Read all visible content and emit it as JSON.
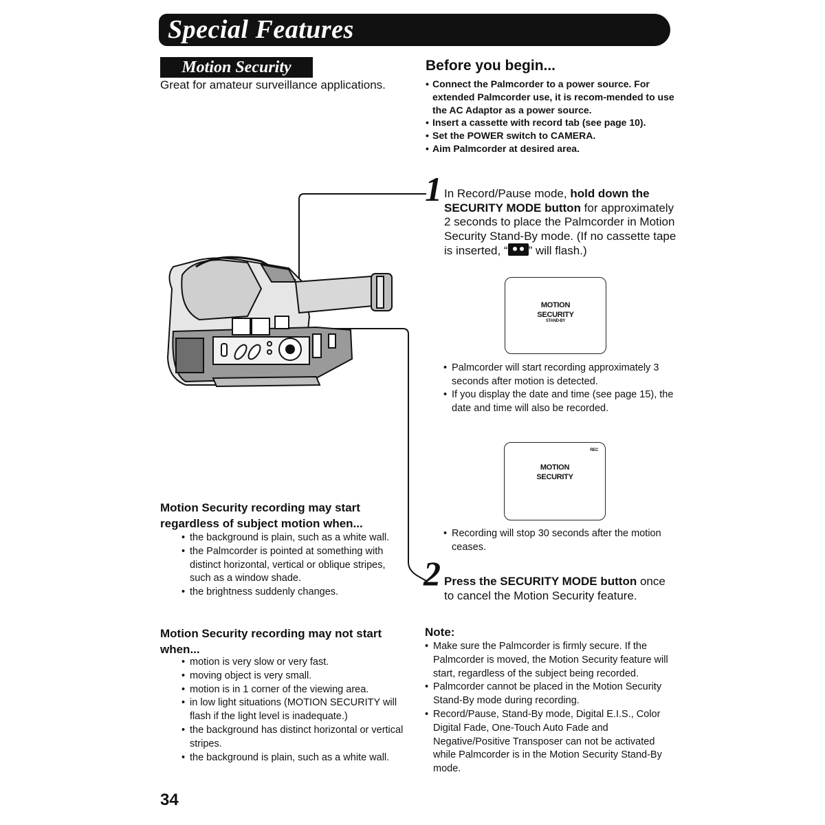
{
  "header": {
    "title": "Special Features"
  },
  "section": {
    "title": "Motion Security",
    "intro": "Great for amateur surveillance applications."
  },
  "before": {
    "heading": "Before you begin...",
    "items": [
      "Connect the Palmcorder to a power source. For extended Palmcorder use, it is recom-mended to use the AC Adaptor as a power source.",
      "Insert a cassette with record tab (see page 10).",
      "Set the POWER switch to CAMERA.",
      "Aim Palmcorder at desired area."
    ]
  },
  "step1": {
    "number": "1",
    "text_a": "In Record/Pause mode, ",
    "text_b": "hold down the SECURITY MODE button",
    "text_c": " for approximately 2 seconds to place the Palmcorder in Motion Security Stand-By mode. (If no cassette tape is inserted, “",
    "text_d": "” will flash.)",
    "screen1": {
      "line1": "MOTION",
      "line2": "SECURITY",
      "line3": "STAND-BY"
    },
    "bullets": [
      "Palmcorder will start recording approximately 3 seconds after motion is detected.",
      "If you display the date and time (see page 15), the date and time will also be recorded."
    ],
    "screen2": {
      "rec": "REC",
      "line1": "MOTION",
      "line2": "SECURITY"
    },
    "bullets2": [
      "Recording will stop 30 seconds after the motion ceases."
    ]
  },
  "step2": {
    "number": "2",
    "text_a": "Press the SECURITY MODE button",
    "text_b": " once to cancel the Motion Security feature."
  },
  "may_start": {
    "heading": "Motion Security recording may start regardless of subject motion when...",
    "items": [
      "the background is plain, such as a white wall.",
      "the Palmcorder is pointed at something with distinct horizontal, vertical or oblique stripes, such as a window shade.",
      "the brightness suddenly changes."
    ]
  },
  "may_not_start": {
    "heading": "Motion Security recording may not start when...",
    "items": [
      "motion is very slow or very fast.",
      "moving object is very small.",
      "motion is in 1 corner of the viewing area.",
      "in low light situations (MOTION SECURITY will flash if the light level is inadequate.)",
      "the background has distinct horizontal or vertical stripes.",
      "the background is plain, such as a white wall."
    ]
  },
  "note": {
    "heading": "Note:",
    "items": [
      "Make sure the Palmcorder is firmly secure. If the Palmcorder is moved, the Motion Security feature will start, regardless of the subject being recorded.",
      "Palmcorder cannot be placed in the Motion Security Stand-By mode during recording.",
      "Record/Pause, Stand-By mode, Digital E.I.S., Color Digital Fade, One-Touch Auto Fade and Negative/Positive Transposer can not be activated while Palmcorder is in the Motion Security Stand-By mode."
    ]
  },
  "page_number": "34"
}
